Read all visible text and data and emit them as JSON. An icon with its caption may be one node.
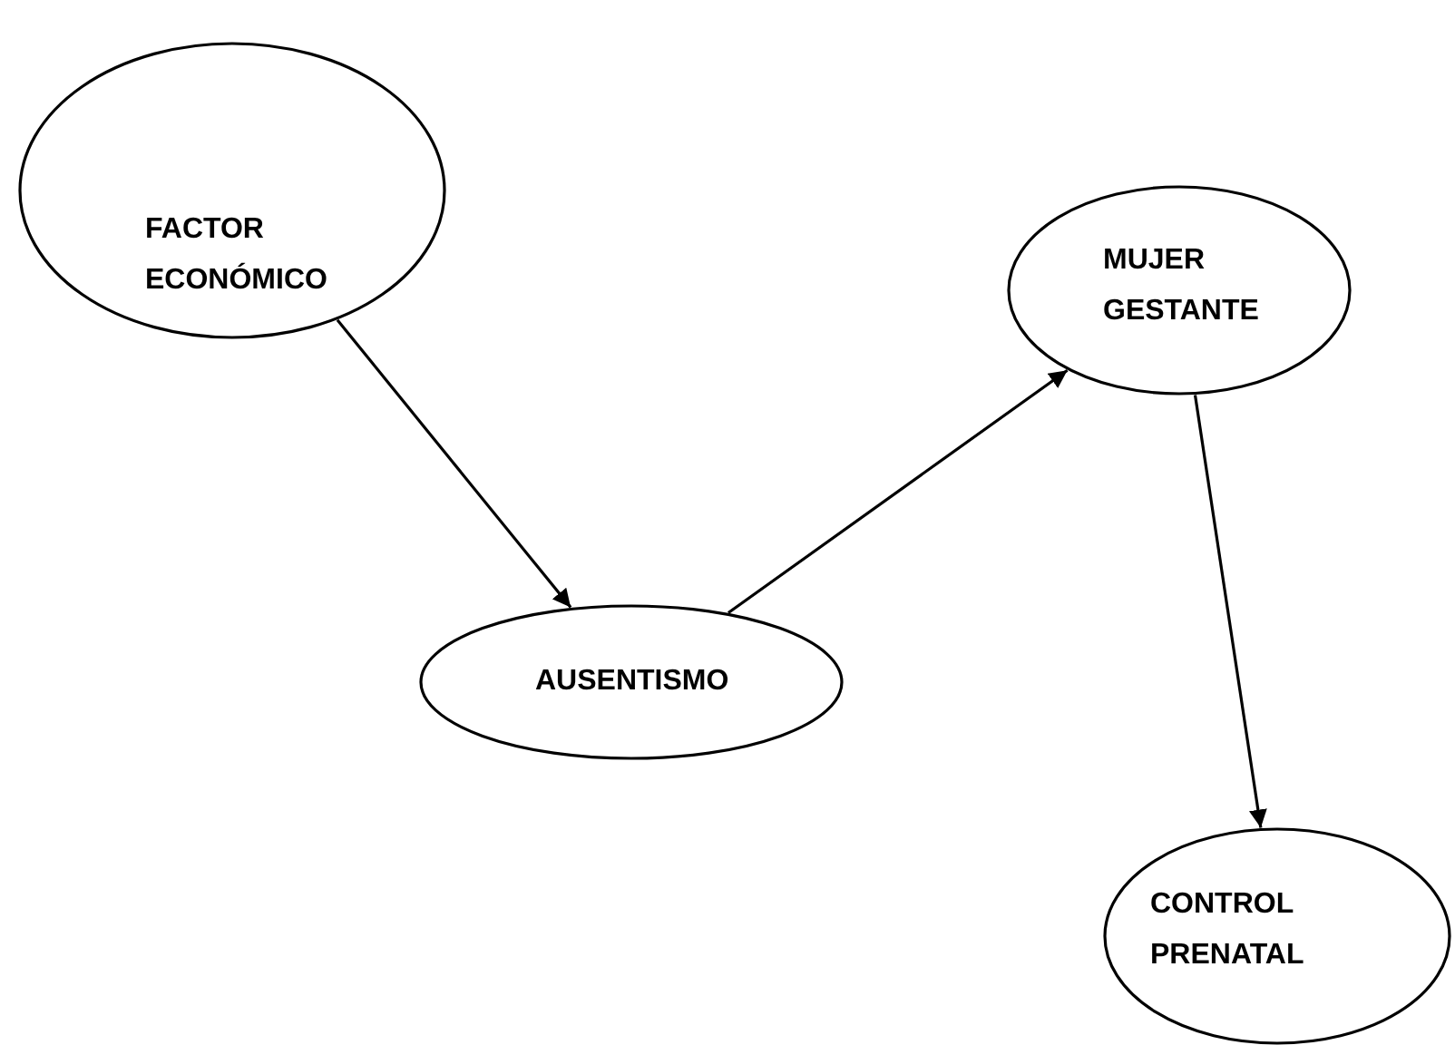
{
  "diagram": {
    "nodes": [
      {
        "text": [
          "FACTOR ECONÓMICO"
        ]
      },
      {
        "text": [
          "AUSENTISMO"
        ]
      },
      {
        "text": [
          "MUJER GESTANTE"
        ]
      },
      {
        "text": [
          "CONTROL PRENATAL"
        ]
      }
    ],
    "edges": [
      {
        "from": 0,
        "to": 1,
        "arrow": "to"
      },
      {
        "from": 1,
        "to": 2,
        "arrow": "to"
      },
      {
        "from": 2,
        "to": 3,
        "arrow": "to"
      }
    ]
  }
}
